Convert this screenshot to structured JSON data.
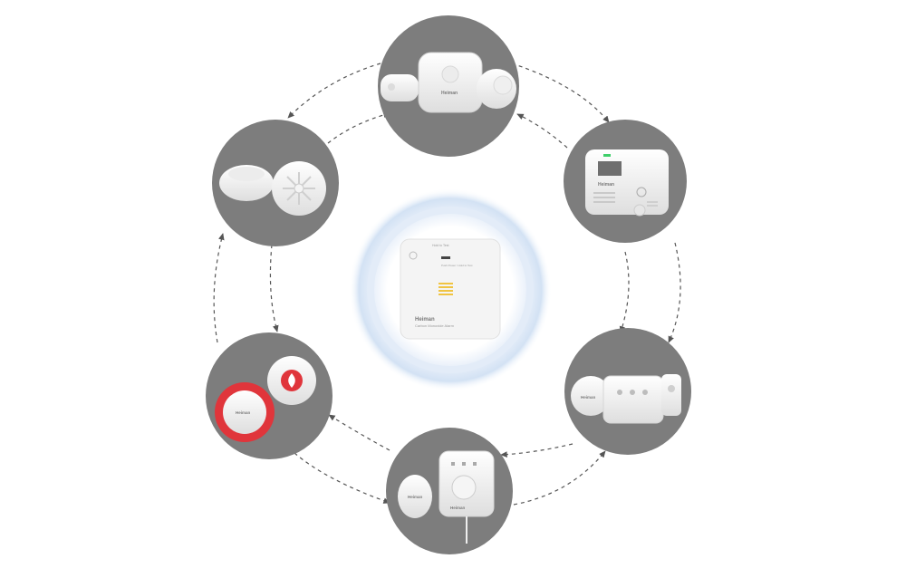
{
  "center_device": {
    "brand": "Heiman",
    "product": "Carbon Monoxide Alarm",
    "top_note": "Hold to Test",
    "side_note": "Push Power / Hold to Test"
  },
  "node_devices": [
    {
      "brand": "Heiman"
    },
    {
      "brand": "Heiman"
    },
    {
      "brand": "Heiman"
    },
    {
      "brand": "Heiman"
    },
    {
      "brand": "Heiman"
    },
    {
      "brand": "Heiman"
    }
  ],
  "colors": {
    "background": "#ffffff",
    "node_circle": "#7d7d7d",
    "device_white": "#f2f2f2",
    "device_shadow": "#cfcfcf",
    "glow": "#d8e6f6",
    "arrow": "#555555",
    "alarm_red": "#e0353b",
    "display_green": "#3fcf6a"
  },
  "icons": [
    "dashed-arrow-icon",
    "flame-icon",
    "led-indicator-icon"
  ]
}
